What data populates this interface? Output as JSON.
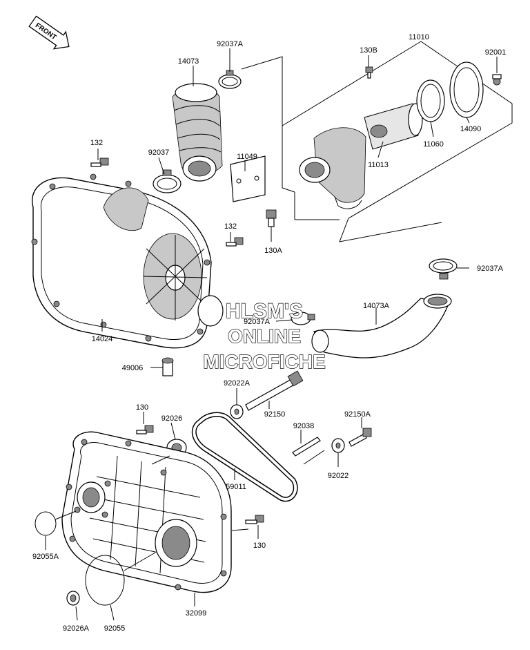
{
  "front_label": "FRONT",
  "watermark": {
    "line1": "HLSM'S",
    "line2": "ONLINE",
    "line3": "MICROFICHE"
  },
  "part_numbers": [
    "92037A",
    "14073",
    "130B",
    "11010",
    "92001",
    "132",
    "92037",
    "11049",
    "11013",
    "11060",
    "14090",
    "132",
    "130A",
    "92037A",
    "92037A",
    "14073A",
    "14024",
    "49006",
    "92022A",
    "92150",
    "92150A",
    "92038",
    "130",
    "92026",
    "59011",
    "92022",
    "130",
    "92055A",
    "32099",
    "92026A",
    "92055"
  ]
}
